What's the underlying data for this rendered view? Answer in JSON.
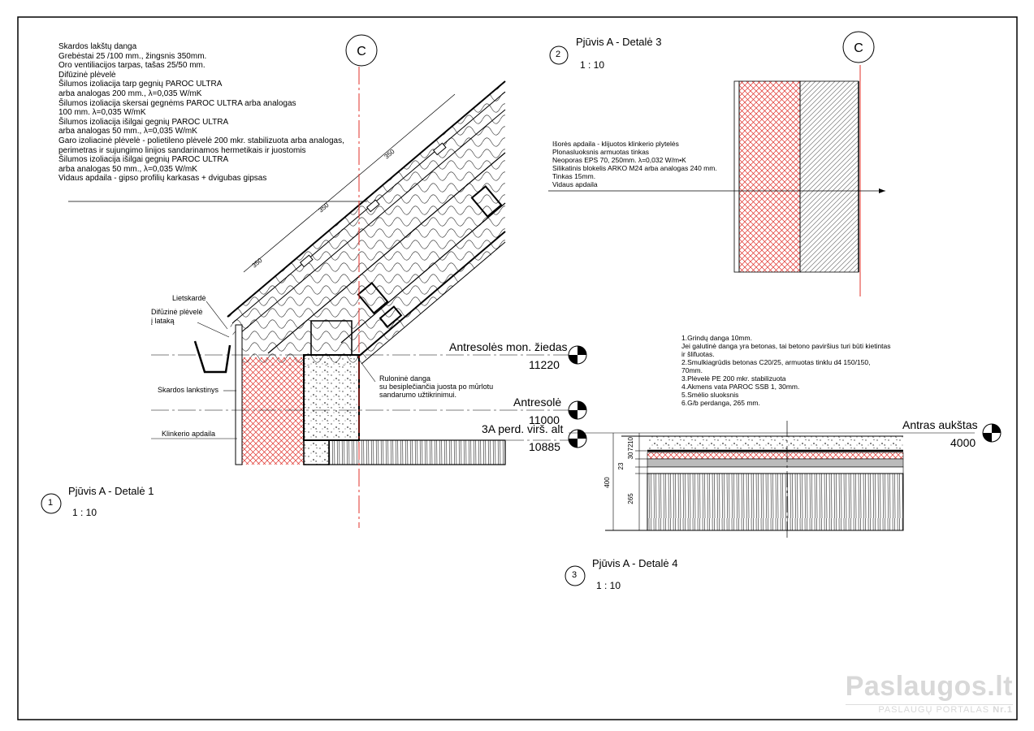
{
  "detail1": {
    "title": "Pjūvis A - Detalė 1",
    "number": "1",
    "scale": "1 : 10",
    "notes": [
      "Skardos lakštų danga",
      "Grebėstai 25 /100 mm., žingsnis 350mm.",
      "Oro ventiliacijos tarpas, tašas 25/50 mm.",
      "Difūzinė plėvelė",
      "Šilumos izoliacija tarp gegnių PAROC ULTRA",
      "arba analogas 200 mm., λ=0,035 W/mK",
      "Šilumos izoliacija skersai gegnėms PAROC ULTRA arba analogas",
      "100 mm. λ=0,035 W/mK",
      "Šilumos izoliacija išilgai gegnių PAROC ULTRA",
      "arba analogas 50 mm., λ=0,035 W/mK",
      "Garo izoliacinė plėvelė - polietileno plėvelė 200 mkr. stabilizuota arba analogas,",
      "perimetras ir sujungimo linijos sandarinamos hermetikais ir juostomis",
      "Šilumos izoliacija išilgai gegnių PAROC ULTRA",
      "arba analogas 50 mm., λ=0,035 W/mK",
      "Vidaus apdaila - gipso profilių karkasas + dvigubas gipsas"
    ],
    "callouts": {
      "lietskarde": "Lietskardė",
      "difuzine1": "Difūzinė plėvelė",
      "difuzine2": "į lataką",
      "skardos": "Skardos lankstinys",
      "klinkerio": "Klinkerio apdaila",
      "ruloninė1": "Ruloninė danga",
      "ruloninė2": "su besiplečiančia juosta po mūrlotu",
      "ruloninė3": "sandarumo užtikrinimui."
    },
    "dims": [
      "350",
      "350",
      "350"
    ],
    "grid_axis": "C",
    "levels": [
      {
        "name": "Antresolės mon. žiedas",
        "value": "11220"
      },
      {
        "name": "Antresolė",
        "value": "11000"
      },
      {
        "name": "3A perd. virš. alt",
        "value": "10885"
      }
    ]
  },
  "detail3": {
    "title": "Pjūvis A - Detalė 3",
    "number": "2",
    "scale": "1 : 10",
    "grid_axis": "C",
    "notes": [
      "Išorės apdaila - klijuotos klinkerio plytelės",
      "Plonasluoksnis armuotas tinkas",
      "Neoporas EPS 70, 250mm. λ=0,032 W/m•K",
      "Silikatinis blokelis ARKO M24 arba analogas 240 mm.",
      "Tinkas 15mm.",
      "Vidaus apdaila"
    ]
  },
  "detail4": {
    "title": "Pjūvis A - Detalė 4",
    "number": "3",
    "scale": "1 : 10",
    "notes": [
      "1.Grindų danga 10mm.",
      "Jei galutinė danga yra betonas, tai betono paviršius turi būti kietintas",
      "ir šlifuotas.",
      "2.Smulkiagrūdis betonas C20/25, armuotas tinklu d4 150/150,",
      "70mm.",
      "3.Plėvelė PE 200 mkr. stabilizuota",
      "4.Akmens vata PAROC SSB 1, 30mm.",
      "5.Smėlio sluoksnis",
      "6.G/b perdanga, 265 mm."
    ],
    "level": {
      "name": "Antras aukštas",
      "value": "4000"
    },
    "dims": [
      "10",
      "72",
      "30",
      "23",
      "265",
      "400"
    ]
  },
  "watermark": {
    "name": "Paslaugos.lt",
    "tagline": "PASLAUGŲ PORTALAS",
    "badge": "Nr.1"
  },
  "colors": {
    "red_hatch": "#e0302a",
    "line": "#000000"
  }
}
